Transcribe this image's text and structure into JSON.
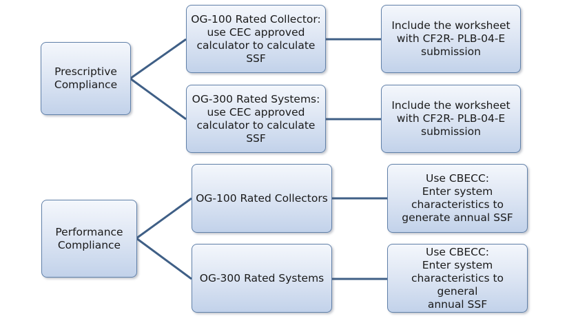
{
  "connector_color": "#3f5f86",
  "node_fill_top": "#f4f7fc",
  "node_fill_bottom": "#c2d2ea",
  "groups": [
    {
      "root": "Prescriptive\nCompliance",
      "branches": [
        {
          "middle": "OG-100 Rated Collector:\nuse CEC approved\ncalculator to calculate\nSSF",
          "leaf": "Include the worksheet\nwith CF2R- PLB-04-E\nsubmission"
        },
        {
          "middle": "OG-300 Rated Systems:\nuse CEC approved\ncalculator  to calculate\nSSF",
          "leaf": "Include the worksheet\nwith CF2R- PLB-04-E\nsubmission"
        }
      ]
    },
    {
      "root": "Performance\nCompliance",
      "branches": [
        {
          "middle": "OG-100 Rated Collectors",
          "leaf": "Use CBECC:\nEnter system\ncharacteristics to\ngenerate annual SSF"
        },
        {
          "middle": "OG-300 Rated Systems",
          "leaf": "Use CBECC:\nEnter system\ncharacteristics to general\nannual SSF"
        }
      ]
    }
  ]
}
